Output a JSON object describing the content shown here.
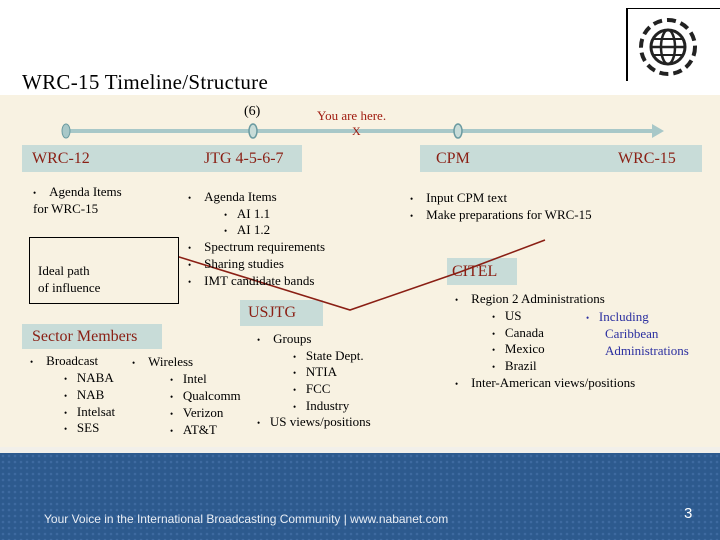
{
  "title": "WRC-15 Timeline/Structure",
  "timeline": {
    "marker_label": "(6)",
    "you_are_here": "You are here.",
    "x_mark": "X",
    "headers": [
      "WRC-12",
      "JTG 4-5-6-7",
      "CPM",
      "WRC-15"
    ]
  },
  "wrc12": {
    "bullet": "Agenda Items",
    "line2": "for WRC-15"
  },
  "ideal_path": {
    "line1": "Ideal path",
    "line2": "of influence"
  },
  "jtg": {
    "items": [
      "Agenda Items",
      "AI 1.1",
      "AI 1.2",
      "Spectrum requirements",
      "Sharing studies",
      "IMT candidate bands"
    ]
  },
  "cpm": {
    "items": [
      "Input CPM text",
      "Make preparations for WRC-15"
    ]
  },
  "citel": {
    "label": "CITEL",
    "region": "Region 2 Administrations",
    "countries": [
      "US",
      "Canada",
      "Mexico",
      "Brazil"
    ],
    "including": "Including",
    "caribbean": "Caribbean",
    "administrations": "Administrations",
    "inter_american": "Inter-American views/positions"
  },
  "usjtg": {
    "label": "USJTG",
    "groups": "Groups",
    "members": [
      "State Dept.",
      "NTIA",
      "FCC",
      "Industry"
    ],
    "us_views": "US views/positions"
  },
  "sector": {
    "label": "Sector Members",
    "broadcast": "Broadcast",
    "broadcast_items": [
      "NABA",
      "NAB",
      "Intelsat",
      "SES"
    ],
    "wireless": "Wireless",
    "wireless_items": [
      "Intel",
      "Qualcomm",
      "Verizon",
      "AT&T"
    ]
  },
  "footer": {
    "text": "Your Voice in the International Broadcasting Community | www.nabanet.com",
    "page": "3"
  },
  "colors": {
    "banner": "#c8dcd8",
    "timeline": "#a8c8c8",
    "footer": "#2d5a8e",
    "accent": "#a01c10"
  }
}
